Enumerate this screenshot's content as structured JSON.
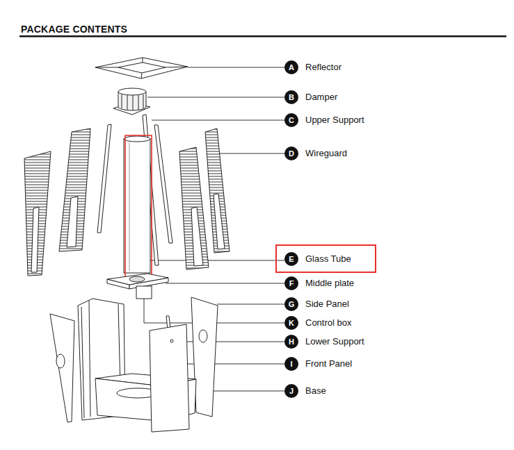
{
  "diagram": {
    "title": "PACKAGE CONTENTS",
    "nodes": [
      {
        "text": [
          "A",
          "Reflector"
        ]
      },
      {
        "text": [
          "B",
          "Damper"
        ]
      },
      {
        "text": [
          "C",
          "Upper Support"
        ]
      },
      {
        "text": [
          "D",
          "Wireguard"
        ]
      },
      {
        "text": [
          "Glass Tube"
        ]
      },
      {
        "text": [
          "E"
        ],
        "in": 4
      },
      {
        "text": [
          "F",
          "Middle plate"
        ]
      },
      {
        "text": [
          "G",
          "Side Panel"
        ]
      },
      {
        "text": [
          "K",
          "Control box"
        ]
      },
      {
        "text": [
          "H",
          "Lower Support"
        ]
      },
      {
        "text": [
          "I",
          "Front Panel"
        ]
      },
      {
        "text": [
          "J",
          "Base"
        ]
      }
    ]
  }
}
